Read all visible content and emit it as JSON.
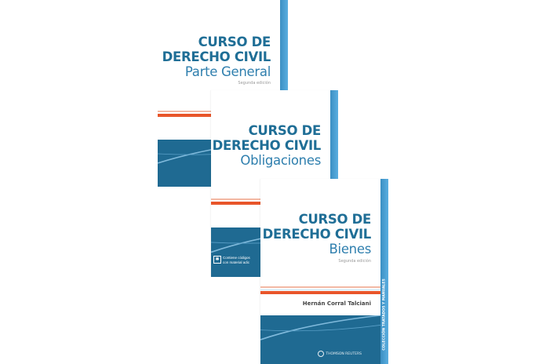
{
  "books": [
    {
      "title_line1": "CURSO DE",
      "title_line2": "DERECHO CIVIL",
      "subtitle": "Parte General",
      "edition": "Segunda edición"
    },
    {
      "title_line1": "CURSO DE",
      "title_line2": "DERECHO CIVIL",
      "subtitle": "Obligaciones",
      "promo_line1": "Contiene códigos",
      "promo_line2": "con material adic"
    },
    {
      "title_line1": "CURSO DE",
      "title_line2": "DERECHO CIVIL",
      "subtitle": "Bienes",
      "edition": "Segunda edición",
      "author": "Hernán Corral Talciani",
      "spine_text": "COLECCIÓN TRATADOS Y MANUALES",
      "publisher": "THOMSON REUTERS"
    }
  ],
  "colors": {
    "title": "#1f6e96",
    "spine": "#4a9fd4",
    "stripe": "#e8552a",
    "block": "#1f6a92"
  }
}
